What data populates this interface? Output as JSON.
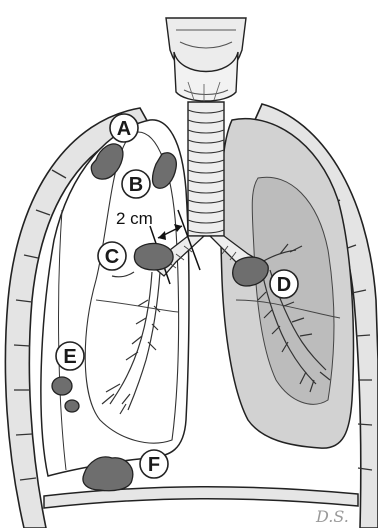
{
  "labels": {
    "a": "A",
    "b": "B",
    "c": "C",
    "d": "D",
    "e": "E",
    "f": "F"
  },
  "measurement": "2 cm",
  "signature": "D.S.",
  "colors": {
    "outline": "#222222",
    "rib_fill": "#e4e4e4",
    "lung_left_fill": "#d2d2d2",
    "lung_left_inner": "#bcbcbc",
    "lesion": "#6e6e6e",
    "trachea": "#e9e9e9",
    "label_bg": "#ffffff"
  }
}
